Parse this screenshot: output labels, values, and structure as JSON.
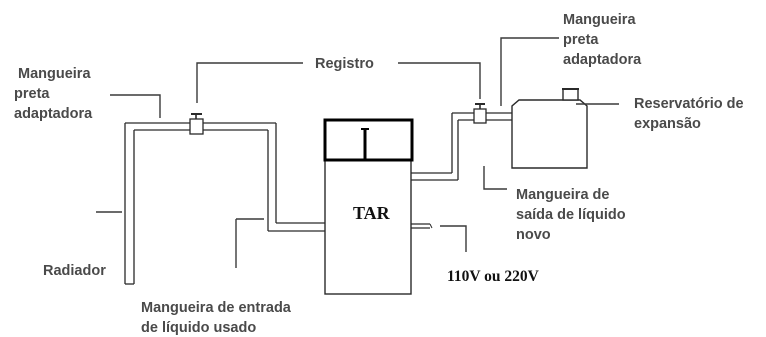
{
  "labels": {
    "hose_left": [
      "Mangueira",
      "preta",
      "adaptadora"
    ],
    "register": "Registro",
    "hose_right": [
      "Mangueira",
      "preta",
      "adaptadora"
    ],
    "reservoir": [
      "Reservatório de",
      "expansão"
    ],
    "outlet_hose": [
      "Mangueira de",
      "saída de líquido",
      "novo"
    ],
    "radiator": "Radiador",
    "inlet_hose": [
      "Mangueira de entrada",
      "de líquido usado"
    ],
    "tar": "TAR",
    "voltage": "110V ou 220V"
  }
}
